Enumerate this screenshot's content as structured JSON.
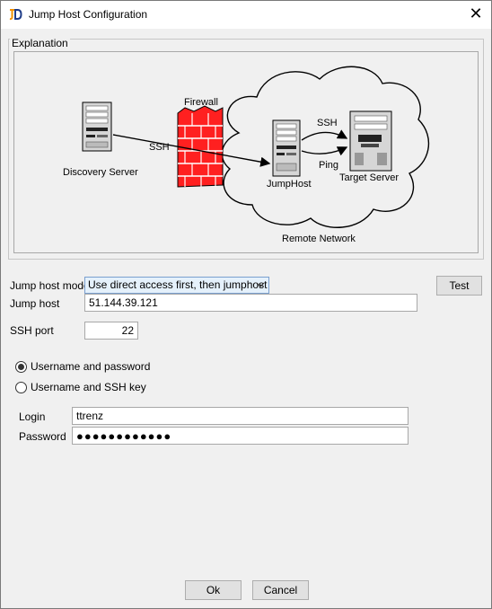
{
  "window": {
    "title": "Jump Host Configuration",
    "close_glyph": "✕",
    "app_icon": "jd-logo-icon"
  },
  "explanation": {
    "legend": "Explanation",
    "diagram": {
      "firewall_label": "Firewall",
      "ssh_label_left": "SSH",
      "discovery_server_label": "Discovery Server",
      "jumphost_label": "JumpHost",
      "ssh_label_right": "SSH",
      "ping_label": "Ping",
      "target_server_label": "Target Server",
      "remote_network_label": "Remote Network",
      "firewall_color": "#ff2020"
    }
  },
  "form": {
    "jump_host_mode": {
      "label": "Jump host mode",
      "selected": "Use direct access first, then jumphost"
    },
    "test_button": "Test",
    "jump_host": {
      "label": "Jump host",
      "value": "51.144.39.121"
    },
    "ssh_port": {
      "label": "SSH port",
      "value": "22"
    },
    "auth": {
      "option_password": "Username and password",
      "option_key": "Username and SSH key",
      "selected": "password"
    },
    "login": {
      "label": "Login",
      "value": "ttrenz"
    },
    "password": {
      "label": "Password",
      "value": "●●●●●●●●●●●●"
    }
  },
  "footer": {
    "ok": "Ok",
    "cancel": "Cancel"
  }
}
